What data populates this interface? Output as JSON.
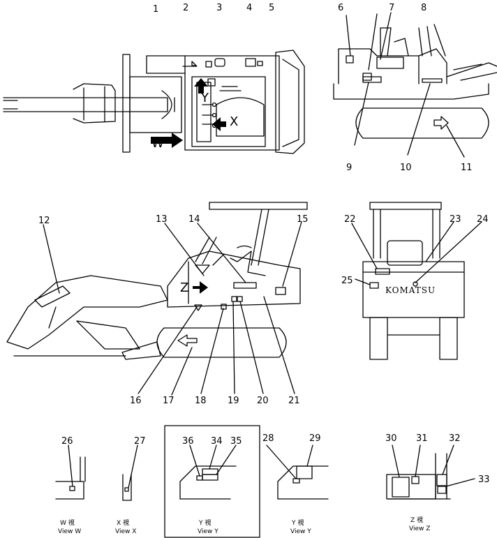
{
  "callouts": [
    "1",
    "2",
    "3",
    "4",
    "5",
    "6",
    "7",
    "8",
    "9",
    "10",
    "11",
    "12",
    "13",
    "14",
    "15",
    "16",
    "17",
    "18",
    "19",
    "20",
    "21",
    "22",
    "23",
    "24",
    "25",
    "26",
    "27",
    "28",
    "29",
    "30",
    "31",
    "32",
    "33",
    "34",
    "35",
    "36"
  ],
  "view_letters": {
    "w": "W",
    "x": "X",
    "y": "Y",
    "z": "Z"
  },
  "logo": "KOMATSU",
  "captions": [
    {
      "jp": "W 視",
      "en": "View  W"
    },
    {
      "jp": "X 視",
      "en": "View  X"
    },
    {
      "jp": "Y 視",
      "en": "View  Y"
    },
    {
      "jp": "Y 視",
      "en": "View  Y"
    },
    {
      "jp": "Z 視",
      "en": "View  Z"
    }
  ]
}
